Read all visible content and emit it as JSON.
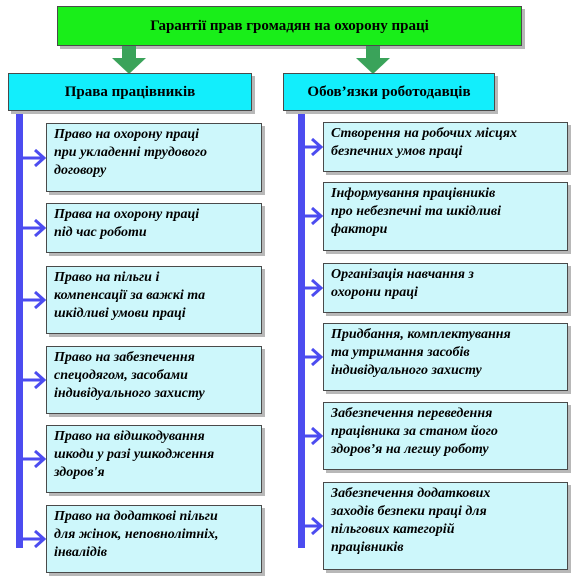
{
  "title": "Гарантії прав громадян на охорону праці",
  "columns": [
    {
      "header": "Права працівників",
      "items": [
        "Право на охорону праці\nпри укладенні трудового\nдоговору",
        "Права на охорону праці\nпід час роботи",
        "Право на пільги і\nкомпенсації за важкі та\nшкідливі умови праці",
        "Право на забезпечення\nспецодягом, засобами\nіндивідуального захисту",
        "Право на відшкодування\nшкоди у разі ушкодження\nздоров'я",
        "Право на додаткові пільги\nдля жінок, неповнолітніх,\nінвалідів"
      ]
    },
    {
      "header": "Обов’язки роботодавців",
      "items": [
        "Створення на робочих місцях\nбезпечних умов праці",
        "Інформування працівників\nпро небезпечні та шкідливі\nфактори",
        "Організація навчання з\nохорони праці",
        "Придбання, комплектування\nта утримання засобів\nіндивідуального захисту",
        "Забезпечення переведення\nпрацівника за станом його\nздоров’я  на легшу роботу",
        "Забезпечення  додаткових\nзаходів безпеки праці для\nпільгових категорій\nпрацівників"
      ]
    }
  ],
  "colors": {
    "title_bg": "#19ee19",
    "header_bg": "#12eefc",
    "item_bg": "#cdf7fb",
    "down_arrow": "#3aa35a",
    "connector": "#4c4cf0"
  }
}
